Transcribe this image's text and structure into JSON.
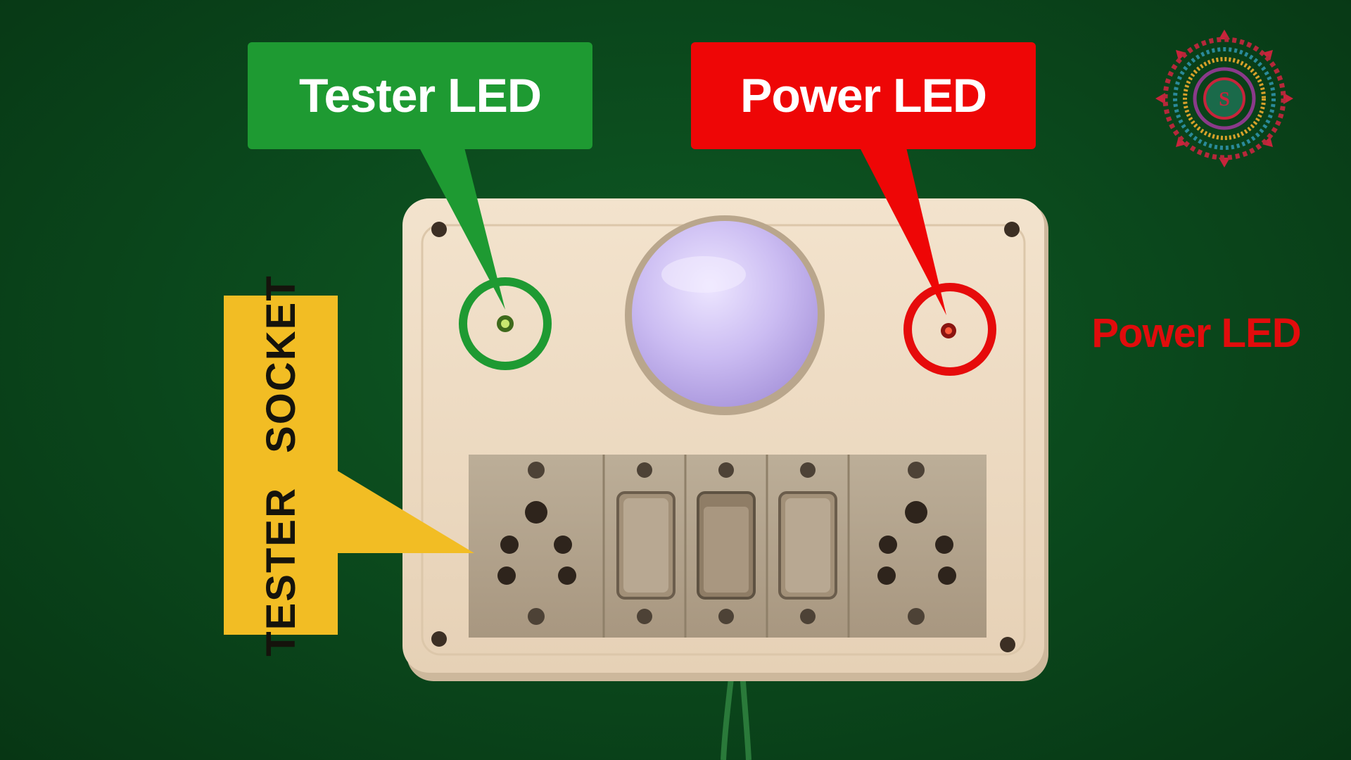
{
  "callouts": {
    "tester_led": "Tester LED",
    "power_led": "Power LED",
    "tester_socket": "TESTER  SOCKET",
    "side_power_led": "Power LED"
  },
  "colors": {
    "background": "#0b4a1d",
    "callout_green": "#1e9a32",
    "callout_red": "#ee0606",
    "callout_yellow": "#f2bd24",
    "board": "#efdcc4",
    "switch_plate": "#b3a38c",
    "bulb": "#c8b9ef",
    "tester_led_ring": "#1e9a32",
    "power_led_ring": "#e60b0b",
    "side_label_red": "#e10c0c"
  },
  "icons": {
    "watermark": "mandala-logo-icon"
  }
}
